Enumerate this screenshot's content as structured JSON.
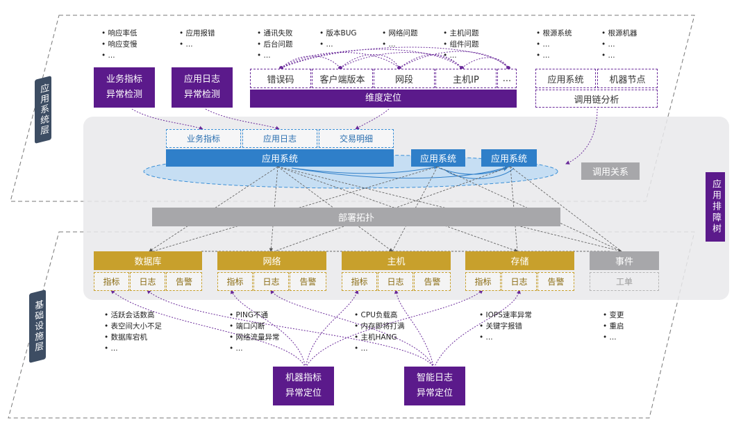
{
  "app_layer_label": "应用系统层",
  "infra_layer_label": "基础设施层",
  "right_label": "应用排障树",
  "top_bullets": {
    "biz": [
      "响应率低",
      "响应变慢",
      "..."
    ],
    "log": [
      "应用报错",
      "..."
    ],
    "err": [
      "通讯失败",
      "后台问题",
      "..."
    ],
    "ver": [
      "版本BUG",
      "..."
    ],
    "net": [
      "网络问题",
      "..."
    ],
    "host": [
      "主机问题",
      "组件问题",
      "..."
    ],
    "rootsys": [
      "根源系统",
      "...",
      "..."
    ],
    "rootmach": [
      "根源机器",
      "...",
      "..."
    ]
  },
  "biz_detect": [
    "业务指标",
    "异常检测"
  ],
  "log_detect": [
    "应用日志",
    "异常检测"
  ],
  "dims": [
    "错误码",
    "客户端版本",
    "网段",
    "主机IP",
    "..."
  ],
  "dim_locate": "维度定位",
  "call_nodes": [
    "应用系统",
    "机器节点"
  ],
  "call_chain": "调用链分析",
  "blue_dashed": [
    "业务指标",
    "应用日志",
    "交易明细"
  ],
  "app_main": "应用系统",
  "app2": "应用系统",
  "app3": "应用系统",
  "call_relation": "调用关系",
  "deploy_topo": "部署拓扑",
  "infra": [
    {
      "name": "数据库",
      "subs": [
        "指标",
        "日志",
        "告警"
      ]
    },
    {
      "name": "网络",
      "subs": [
        "指标",
        "日志",
        "告警"
      ]
    },
    {
      "name": "主机",
      "subs": [
        "指标",
        "日志",
        "告警"
      ]
    },
    {
      "name": "存储",
      "subs": [
        "指标",
        "日志",
        "告警"
      ]
    }
  ],
  "event": "事件",
  "ticket": "工单",
  "bottom_bullets": {
    "db": [
      "活跃会话数高",
      "表空间大小不足",
      "数据库宕机",
      "..."
    ],
    "net": [
      "PING不通",
      "端口闪断",
      "网络流量异常",
      "..."
    ],
    "host": [
      "CPU负载高",
      "内存即将打满",
      "主机HANG",
      "..."
    ],
    "storage": [
      "IOPS速率异常",
      "关键字报错",
      "..."
    ],
    "event": [
      "变更",
      "重启",
      "..."
    ]
  },
  "machine_locate": [
    "机器指标",
    "异常定位"
  ],
  "smartlog_locate": [
    "智能日志",
    "异常定位"
  ],
  "colors": {
    "purple": "#5b1a8b",
    "blue": "#2f7fc9",
    "gold": "#c8a02c",
    "gray": "#a7a7aa",
    "side": "#3d4d63"
  }
}
